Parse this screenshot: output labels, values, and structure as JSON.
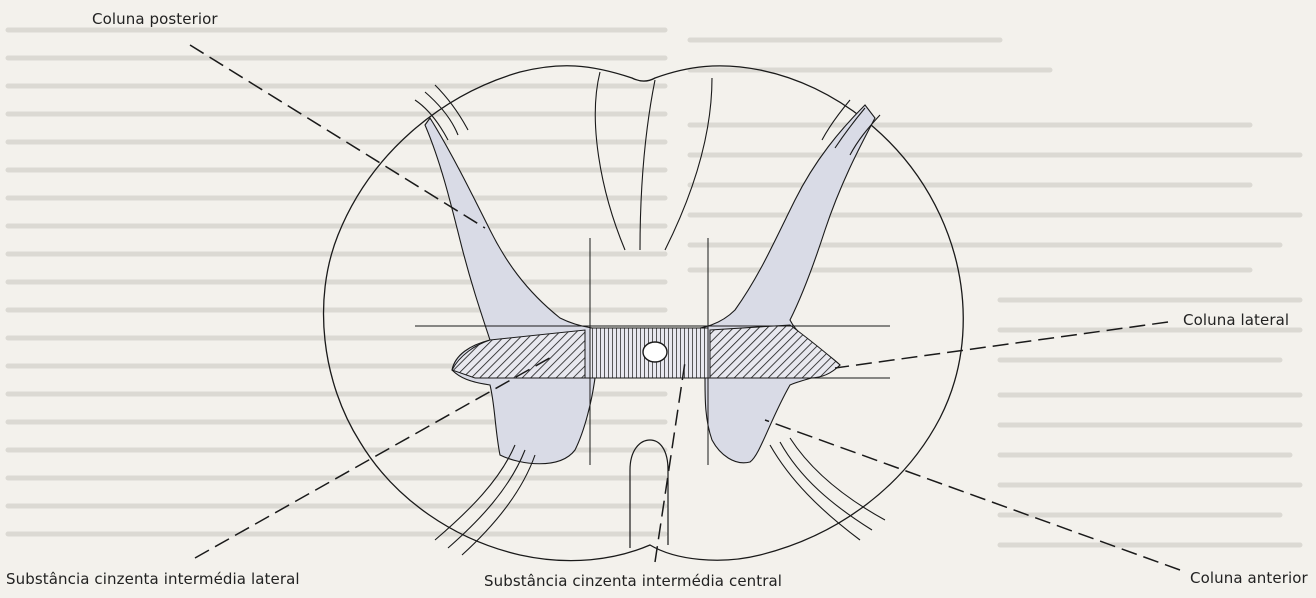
{
  "labels": {
    "posterior": "Coluna posterior",
    "lateral": "Coluna lateral",
    "anterior": "Coluna anterior",
    "intermediate_lateral": "Substância cinzenta intermédia lateral",
    "intermediate_central": "Substância cinzenta intermédia central"
  },
  "colors": {
    "background": "#f3f1ec",
    "line": "#1a1a1a",
    "grey_matter": "#d9dbe6",
    "faint_text": "#bdbab3"
  }
}
